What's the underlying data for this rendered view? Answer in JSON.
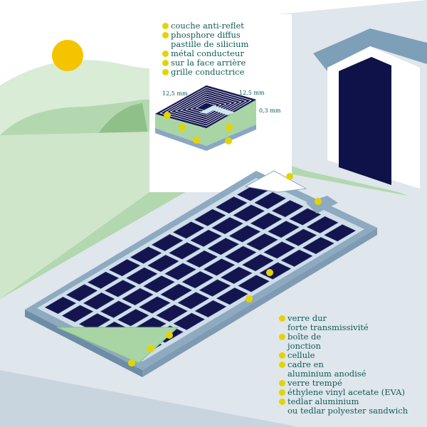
{
  "cell_legend": [
    {
      "label": "couche anti-reflet",
      "dot": true
    },
    {
      "label": "phosphore diffus",
      "dot": true
    },
    {
      "label": "pastille de silicium",
      "dot": false
    },
    {
      "label": "métal conducteur",
      "dot": true
    },
    {
      "label": "sur la face arrière",
      "dot": true
    },
    {
      "label": "grille conductrice",
      "dot": true
    }
  ],
  "dimensions": {
    "width": "12,5 mm",
    "depth": "12,5 mm",
    "thickness": "0,3 mm"
  },
  "panel_legend": [
    {
      "label": "verre dur",
      "dot": true
    },
    {
      "label": "forte transmissivité",
      "dot": false
    },
    {
      "label": "boîte de",
      "dot": true
    },
    {
      "label": "jonction",
      "dot": false
    },
    {
      "label": "cellule",
      "dot": true
    },
    {
      "label": "cadre en",
      "dot": true
    },
    {
      "label": "aluminium anodisé",
      "dot": false
    },
    {
      "label": "verre trempé",
      "dot": true
    },
    {
      "label": "éthylene vinyl acetate (EVA)",
      "dot": true
    },
    {
      "label": "tedlar aluminium",
      "dot": true
    },
    {
      "label": "ou tedlar polyester sandwich",
      "dot": false
    }
  ],
  "colors": {
    "accent": "#e3d400",
    "text": "#0d5c57",
    "cell": "#14154f",
    "frame": "#8eaac0",
    "sun": "#f5c400"
  }
}
